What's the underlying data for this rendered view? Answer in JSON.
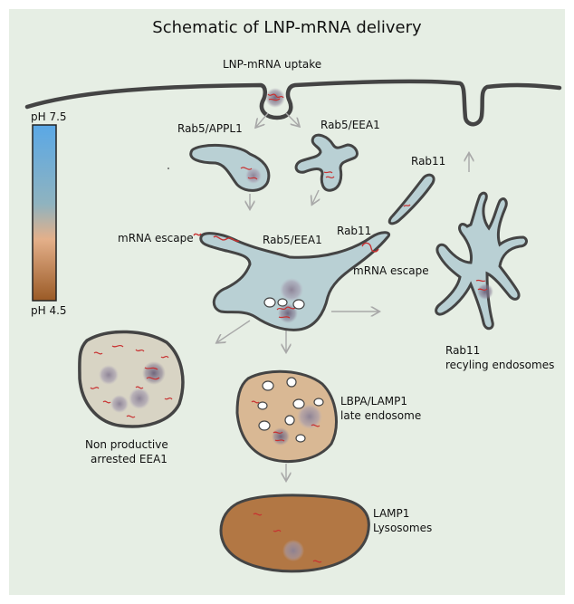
{
  "title": "Schematic of LNP-mRNA delivery",
  "ph_scale": {
    "top_label": "pH 7.5",
    "bottom_label": "pH 4.5",
    "top_color": "#5aa8e6",
    "bottom_color": "#9a5a26"
  },
  "labels": {
    "uptake": "LNP-mRNA uptake",
    "rab5_appl1": "Rab5/APPL1",
    "rab5_eea1_top": "Rab5/EEA1",
    "rab11_top": "Rab11",
    "rab11_mid": "Rab11",
    "rab5_eea1_mid": "Rab5/EEA1",
    "mrna_escape_left": "mRNA escape",
    "mrna_escape_right": "mRNA escape",
    "recycling_1": "Rab11",
    "recycling_2": "recyling endosomes",
    "late_1": "LBPA/LAMP1",
    "late_2": "late endosome",
    "nonprod_1": "Non productive",
    "nonprod_2": "arrested EEA1",
    "lyso_1": "LAMP1",
    "lyso_2": "Lysosomes"
  },
  "colors": {
    "background": "#e6eee4",
    "endosome_fill": "#b9d0d4",
    "late_fill": "#d9b894",
    "lysosome_fill": "#b27744",
    "nonproductive_fill": "#d8d4c4",
    "membrane": "#444444",
    "mrna": "#c83030",
    "arrow": "#a8a8a8"
  }
}
